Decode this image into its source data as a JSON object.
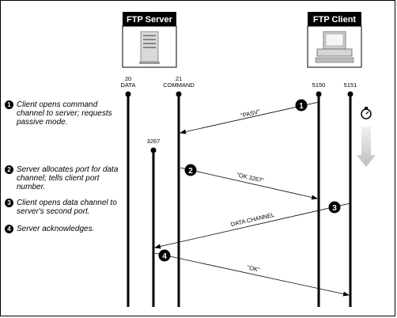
{
  "server": {
    "title": "FTP Server"
  },
  "client": {
    "title": "FTP Client"
  },
  "ports": {
    "server_data_num": "20",
    "server_data_label": "DATA",
    "server_cmd_num": "21",
    "server_cmd_label": "COMMAND",
    "server_dyn": "3267",
    "client_cmd": "5150",
    "client_data": "5151"
  },
  "messages": {
    "pasv": "\"PASV\"",
    "ok_port": "\"OK 3267\"",
    "data_channel": "DATA CHANNEL",
    "ok": "\"OK\""
  },
  "steps": [
    {
      "num": "1",
      "text": "Client opens command channel to server; requests passive mode."
    },
    {
      "num": "2",
      "text": "Server allocates port for data channel; tells client port number."
    },
    {
      "num": "3",
      "text": "Client opens data channel to server's second port."
    },
    {
      "num": "4",
      "text": "Server acknowledges."
    }
  ],
  "icons": {
    "server": "server-tower-icon",
    "client": "desktop-computer-icon",
    "timer": "stopwatch-icon",
    "time_arrow": "down-arrow-icon"
  }
}
